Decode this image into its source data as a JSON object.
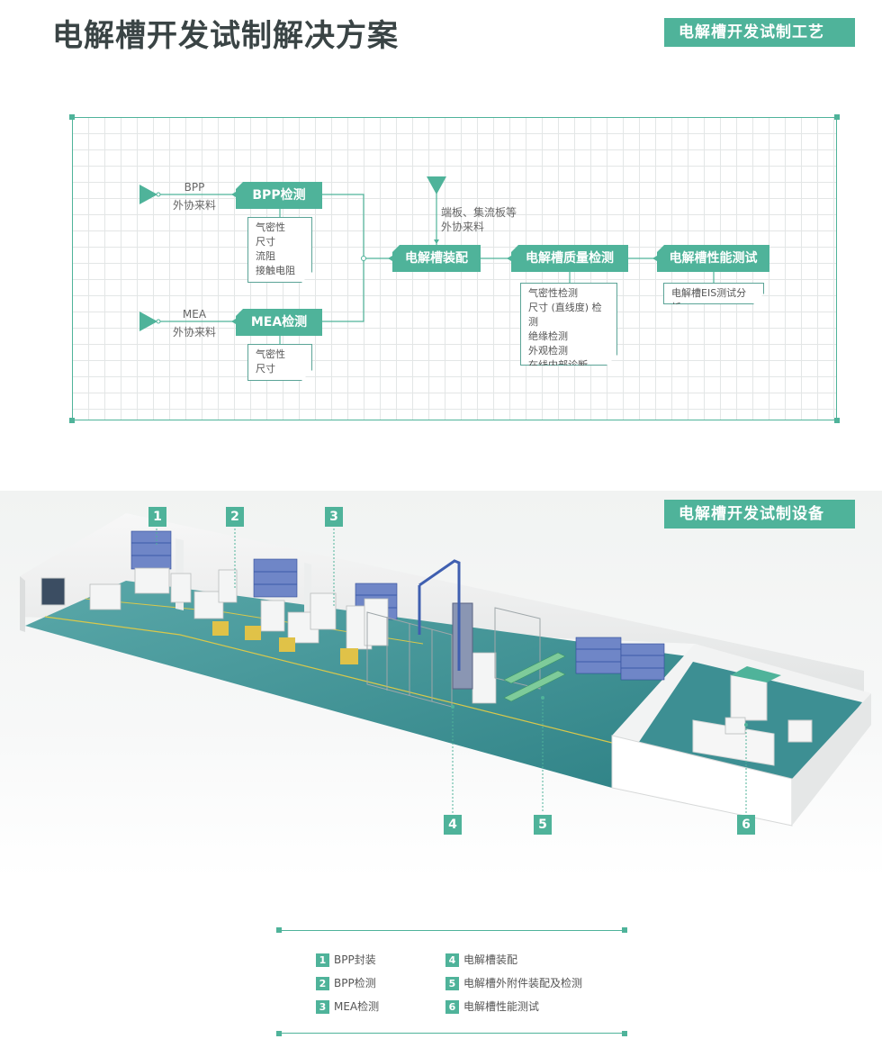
{
  "title": "电解槽开发试制解决方案",
  "process_tag": "电解槽开发试制工艺",
  "equipment_tag": "电解槽开发试制设备",
  "flow": {
    "bpp_input": [
      "BPP",
      "外协来料"
    ],
    "mea_input": [
      "MEA",
      "外协来料"
    ],
    "endplate_input": [
      "端板、集流板等",
      "外协来料"
    ],
    "bpp_node": "BPP检测",
    "bpp_notes": [
      "气密性",
      "尺寸",
      "流阻",
      "接触电阻"
    ],
    "mea_node": "MEA检测",
    "mea_notes": [
      "气密性",
      "尺寸"
    ],
    "assembly_node": "电解槽装配",
    "quality_node": "电解槽质量检测",
    "quality_notes": [
      "气密性检测",
      "尺寸 (直线度) 检测",
      "绝缘检测",
      "外观检测",
      "在线内部诊断"
    ],
    "performance_node": "电解槽性能测试",
    "performance_notes": [
      "电解槽EIS测试分析"
    ]
  },
  "markers": [
    "1",
    "2",
    "3",
    "4",
    "5",
    "6"
  ],
  "legend": [
    {
      "num": "1",
      "label": "BPP封装"
    },
    {
      "num": "2",
      "label": "BPP检测"
    },
    {
      "num": "3",
      "label": "MEA检测"
    },
    {
      "num": "4",
      "label": "电解槽装配"
    },
    {
      "num": "5",
      "label": "电解槽外附件装配及检测"
    },
    {
      "num": "6",
      "label": "电解槽性能测试"
    }
  ],
  "colors": {
    "accent": "#4fb39a",
    "floor": "#3d8f93",
    "title": "#3a4445"
  }
}
